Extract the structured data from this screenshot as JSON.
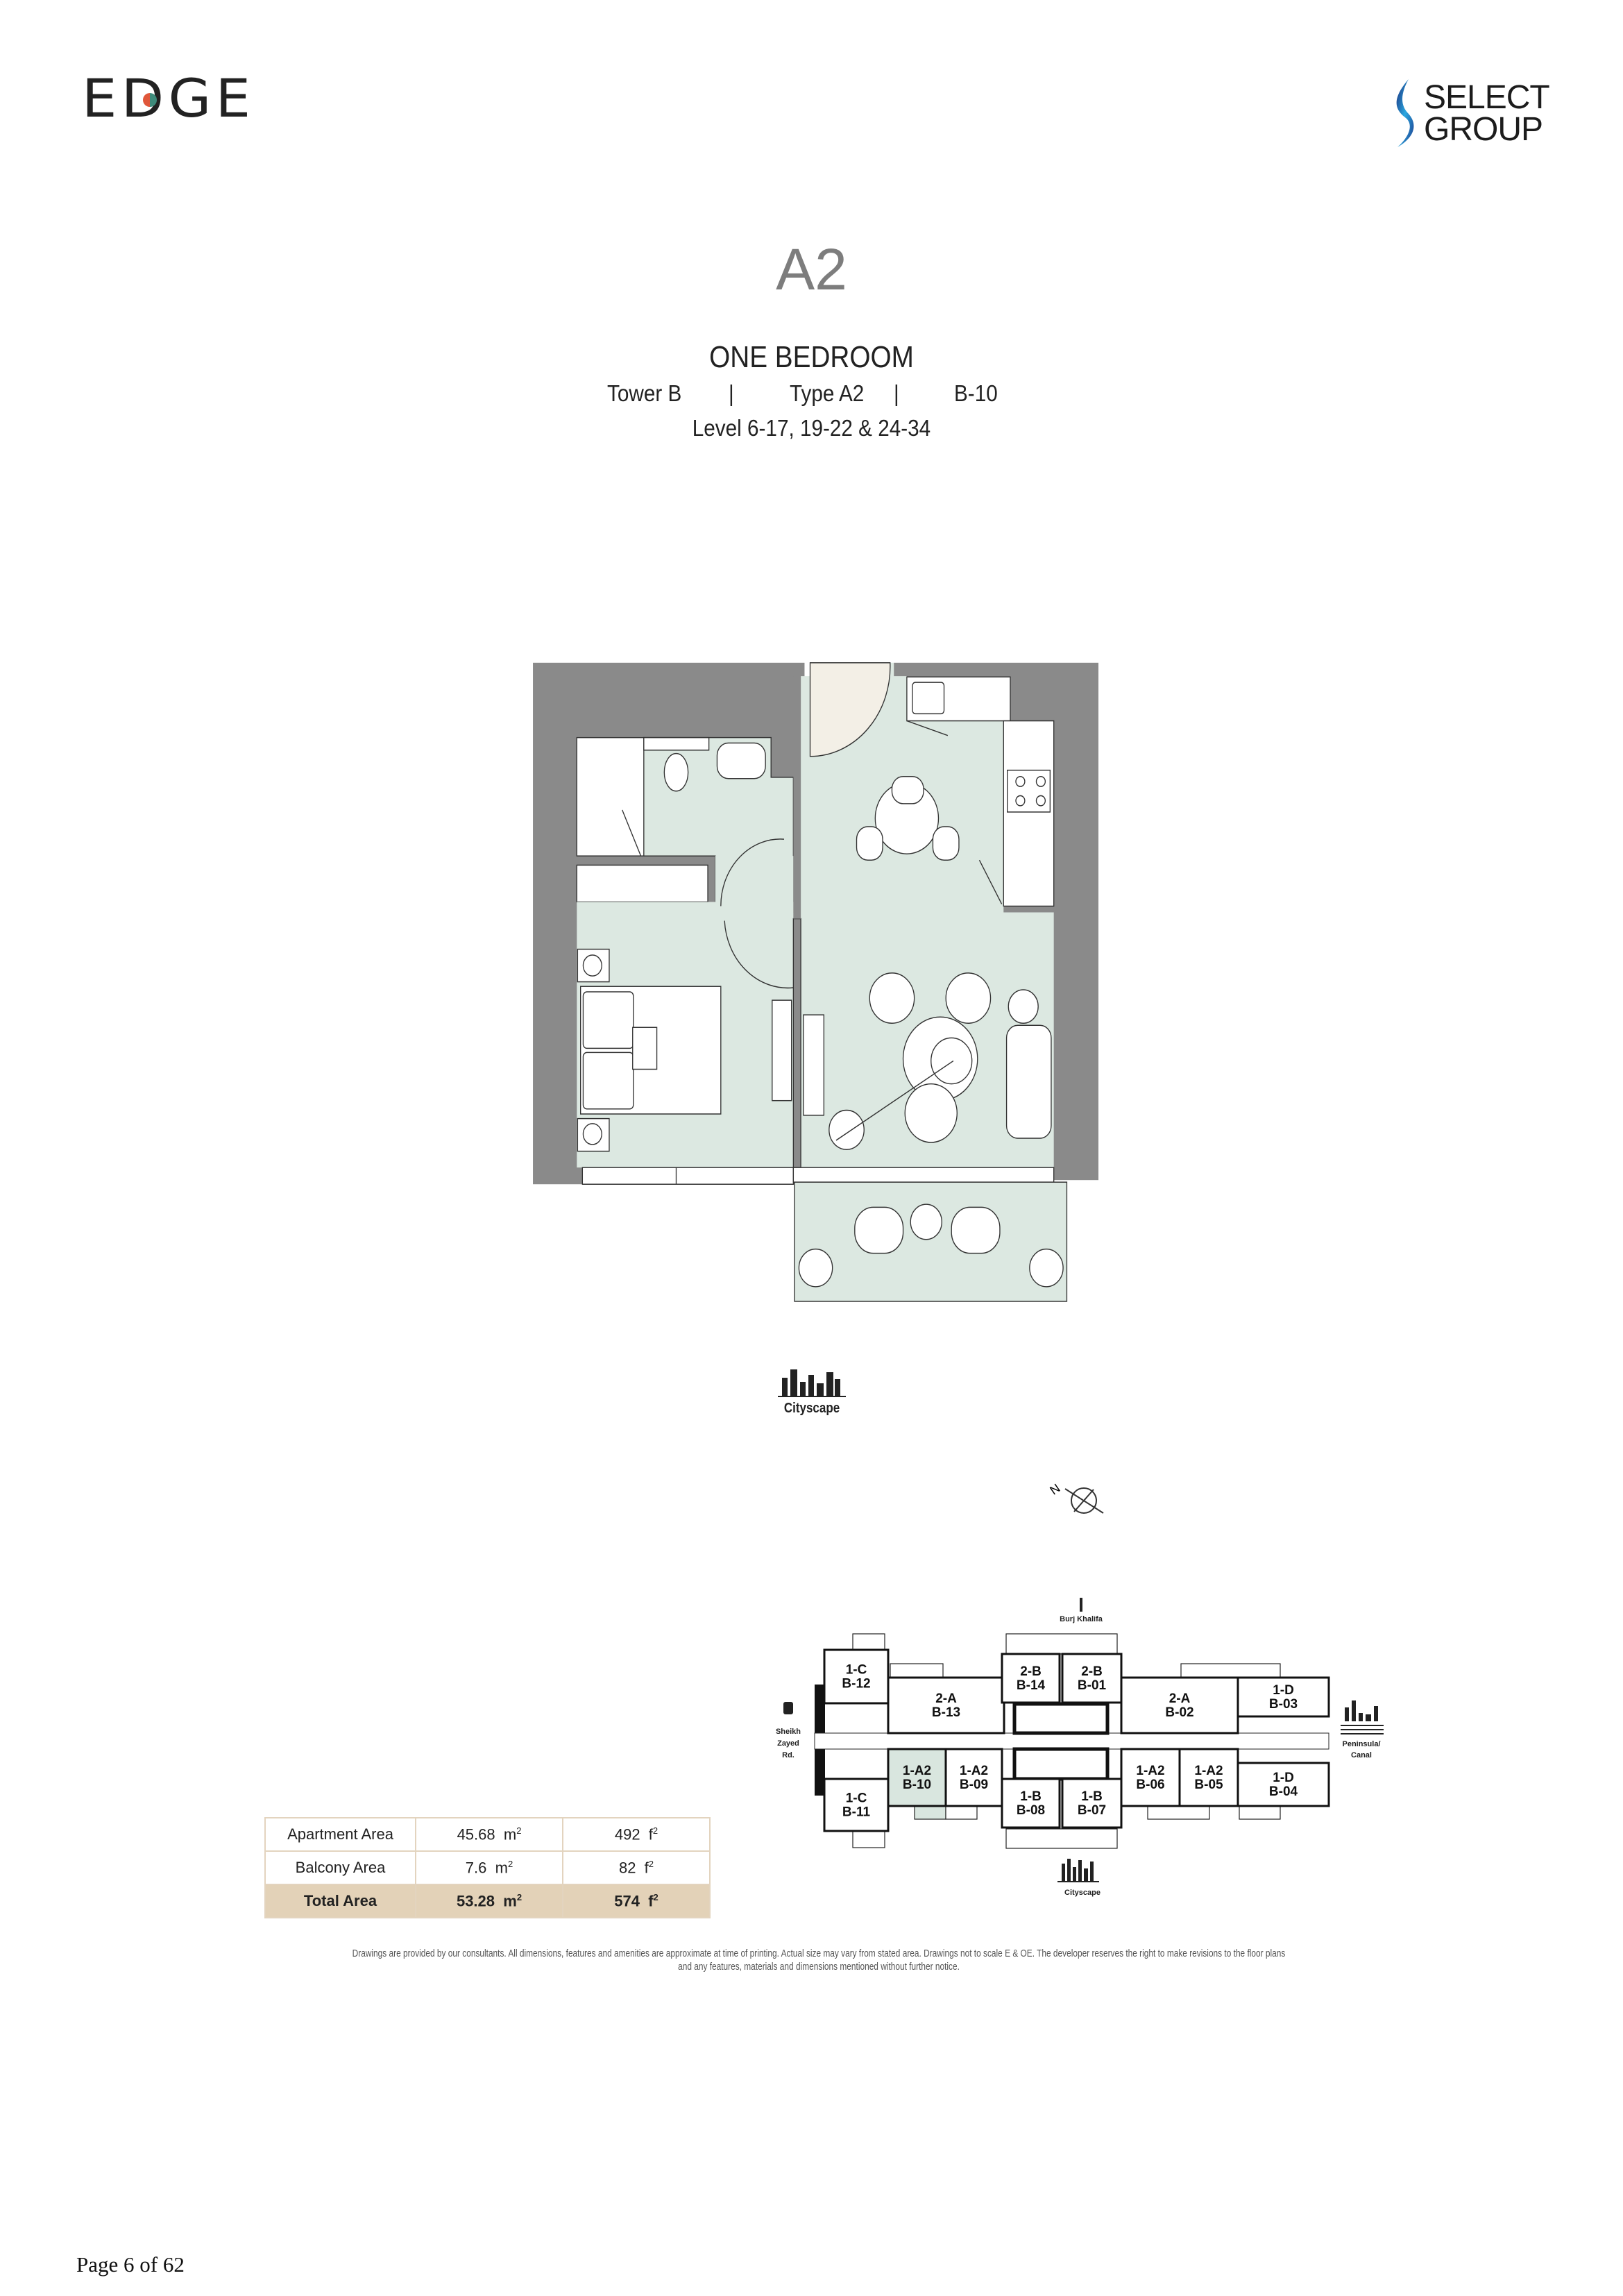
{
  "header": {
    "left_logo": "EDGE",
    "right_logo_line1": "SELECT",
    "right_logo_line2": "GROUP"
  },
  "unit": {
    "code": "A2",
    "type_label": "ONE BEDROOM",
    "tower": "Tower B",
    "separator": "|",
    "type": "Type A2",
    "unit_no": "B-10",
    "levels": "Level 6-17, 19-22 & 24-34"
  },
  "orientation": {
    "view_label": "Cityscape",
    "compass_label": "N"
  },
  "areas": {
    "rows": [
      {
        "label": "Apartment Area",
        "sqm": "45.68",
        "sqft": "492"
      },
      {
        "label": "Balcony Area",
        "sqm": "7.6",
        "sqft": "82"
      },
      {
        "label": "Total Area",
        "sqm": "53.28",
        "sqft": "574"
      }
    ],
    "sqm_unit": "m",
    "sqft_unit": "f",
    "exponent": "2"
  },
  "keyplan": {
    "top_label": "Burj Khalifa",
    "bottom_label": "Cityscape",
    "left_label": [
      "Sheikh",
      "Zayed",
      "Rd."
    ],
    "right_label": [
      "Peninsula/",
      "Canal"
    ],
    "highlight_color": "#d9e6df",
    "units": [
      {
        "type": "1-C",
        "id": "B-12"
      },
      {
        "type": "2-A",
        "id": "B-13"
      },
      {
        "type": "2-B",
        "id": "B-14"
      },
      {
        "type": "2-B",
        "id": "B-01"
      },
      {
        "type": "2-A",
        "id": "B-02"
      },
      {
        "type": "1-D",
        "id": "B-03"
      },
      {
        "type": "1-D",
        "id": "B-04"
      },
      {
        "type": "1-A2",
        "id": "B-05"
      },
      {
        "type": "1-A2",
        "id": "B-06"
      },
      {
        "type": "1-B",
        "id": "B-07"
      },
      {
        "type": "1-B",
        "id": "B-08"
      },
      {
        "type": "1-A2",
        "id": "B-09"
      },
      {
        "type": "1-A2",
        "id": "B-10"
      },
      {
        "type": "1-C",
        "id": "B-11"
      }
    ]
  },
  "disclaimer": {
    "line1": "Drawings are provided by our consultants. All dimensions, features and amenities are approximate at time of printing.  Actual size may vary from stated area. Drawings not to scale E & OE. The developer reserves the right to make revisions to the floor plans",
    "line2": "and any features, materials and dimensions mentioned without further notice."
  },
  "footer": {
    "page": "Page 6 of 62"
  },
  "colors": {
    "wall": "#8a8a8a",
    "floor": "#dce8e1",
    "table_total": "#e3d2b8",
    "title_gray": "#7d7d7d"
  }
}
